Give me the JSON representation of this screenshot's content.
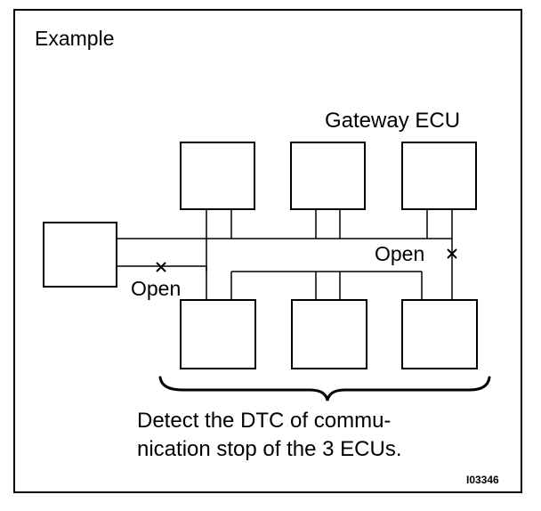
{
  "title": "Example",
  "gateway_label": "Gateway ECU",
  "open_label_left": "Open",
  "open_label_right": "Open",
  "caption_lines": [
    "Detect the DTC of commu-",
    "nication stop of the 3 ECUs."
  ],
  "figure_code": "I03346",
  "ecus": {
    "left": "ecu-box",
    "top": [
      "ecu-box",
      "ecu-box",
      "gateway-ecu-box"
    ],
    "bottom": [
      "ecu-box",
      "ecu-box",
      "ecu-box"
    ]
  },
  "colors": {
    "line": "#000000",
    "background": "#ffffff"
  }
}
